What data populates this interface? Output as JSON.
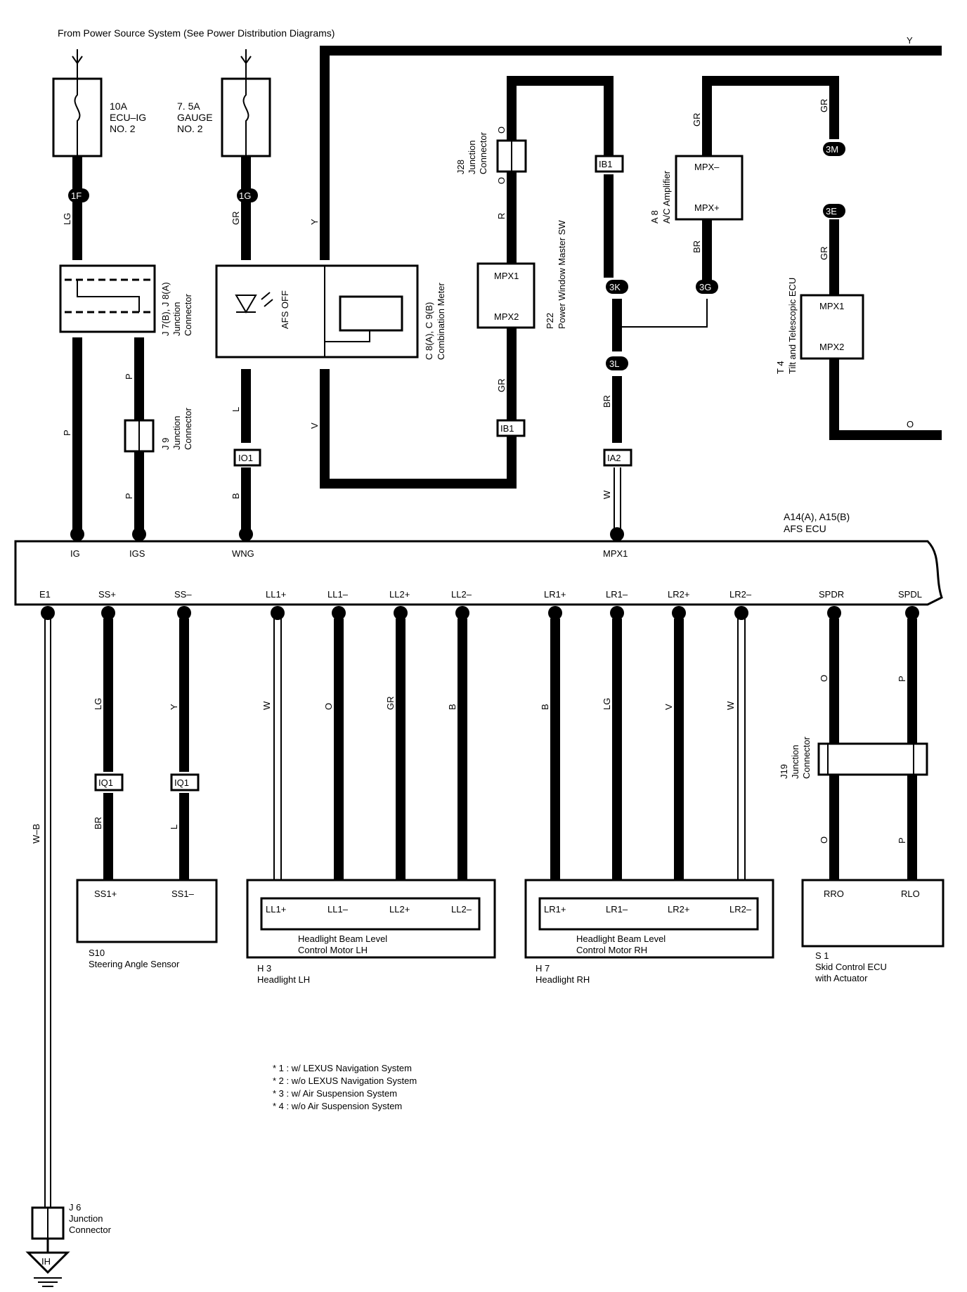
{
  "header": {
    "power_source": "From Power Source System (See Power Distribution Diagrams)"
  },
  "fuses": [
    {
      "amp": "10A",
      "name1": "ECU–IG",
      "name2": "NO. 2"
    },
    {
      "amp": "7. 5A",
      "name1": "GAUGE",
      "name2": "NO. 2"
    }
  ],
  "connectors": {
    "j7": [
      "J 7(B), J 8(A)",
      "Junction",
      "Connector"
    ],
    "j9": [
      "J 9",
      "Junction",
      "Connector"
    ],
    "j28": [
      "J28",
      "Junction",
      "Connector"
    ],
    "j19": [
      "J19",
      "Junction",
      "Connector"
    ],
    "j6": [
      "J 6",
      "Junction",
      "Connector"
    ],
    "ground": "IH"
  },
  "meter": {
    "ref": "C 8(A), C 9(B)",
    "name": "Combination Meter",
    "indicator": "AFS OFF"
  },
  "pwm": {
    "ref": "P22",
    "name": "Power Window Master SW",
    "pin1": "MPX1",
    "pin2": "MPX2"
  },
  "ac": {
    "ref": "A 8",
    "name": "A/C Amplifier",
    "pin1": "MPX–",
    "pin2": "MPX+"
  },
  "tilt": {
    "ref": "T 4",
    "name": "Tilt and Telescopic ECU",
    "pin1": "MPX1",
    "pin2": "MPX2"
  },
  "ecu": {
    "ref": "A14(A), A15(B)",
    "name": "AFS ECU",
    "top_pins": [
      "IG",
      "IGS",
      "WNG",
      "MPX1"
    ],
    "bottom_pins": [
      "E1",
      "SS+",
      "SS–",
      "LL1+",
      "LL1–",
      "LL2+",
      "LL2–",
      "LR1+",
      "LR1–",
      "LR2+",
      "LR2–",
      "SPDR",
      "SPDL"
    ]
  },
  "sensor": {
    "ref": "S10",
    "name": "Steering Angle Sensor",
    "pins": [
      "SS1+",
      "SS1–"
    ]
  },
  "hl_lh": {
    "ref": "H 3",
    "name": "Headlight LH",
    "motor1": "Headlight Beam Level",
    "motor2": "Control Motor LH",
    "pins": [
      "LL1+",
      "LL1–",
      "LL2+",
      "LL2–"
    ]
  },
  "hl_rh": {
    "ref": "H 7",
    "name": "Headlight RH",
    "motor1": "Headlight Beam Level",
    "motor2": "Control Motor RH",
    "pins": [
      "LR1+",
      "LR1–",
      "LR2+",
      "LR2–"
    ]
  },
  "skid": {
    "ref": "S 1",
    "name1": "Skid Control ECU",
    "name2": "with Actuator",
    "pins": [
      "RRO",
      "RLO"
    ]
  },
  "notes": [
    "* 1 : w/ LEXUS Navigation System",
    "* 2 : w/o LEXUS Navigation System",
    "* 3 : w/ Air Suspension System",
    "* 4 : w/o Air Suspension System"
  ],
  "wire_colors": {
    "lg": "LG",
    "gr": "GR",
    "y": "Y",
    "p": "P",
    "l": "L",
    "v": "V",
    "b": "B",
    "o": "O",
    "r": "R",
    "br": "BR",
    "w": "W",
    "wb": "W–B"
  },
  "connector_codes": [
    "1F",
    "1G",
    "IO1",
    "IB1",
    "3K",
    "3L",
    "IA2",
    "3G",
    "3M",
    "3E",
    "IQ1"
  ]
}
